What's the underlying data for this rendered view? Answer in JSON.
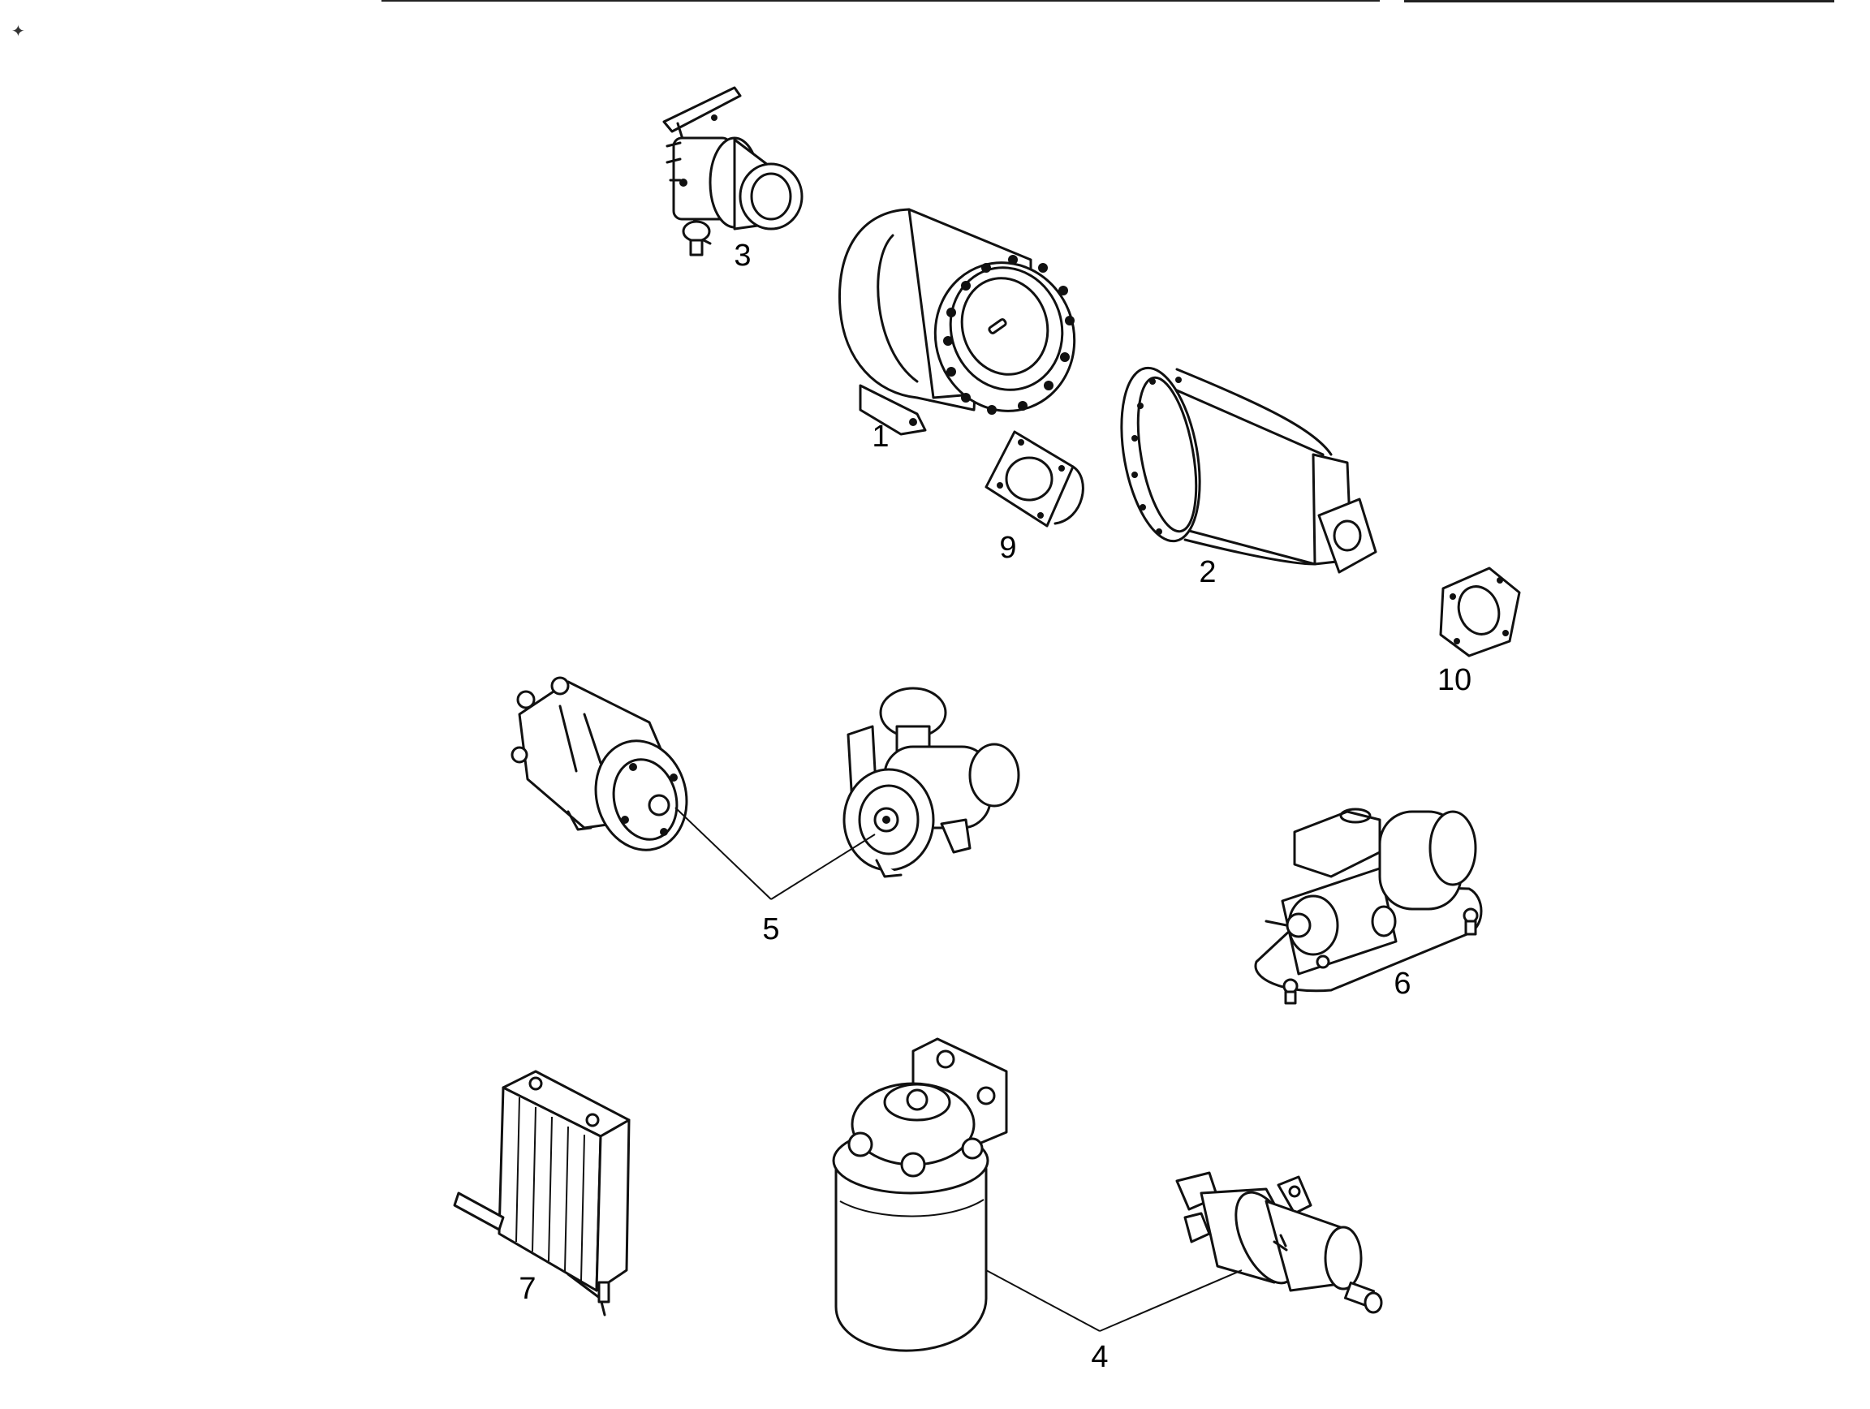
{
  "diagram": {
    "part_labels": {
      "p1": "1",
      "p2": "2",
      "p3": "3",
      "p4": "4",
      "p5": "5",
      "p6": "6",
      "p7": "7",
      "p9": "9",
      "p10": "10"
    }
  }
}
